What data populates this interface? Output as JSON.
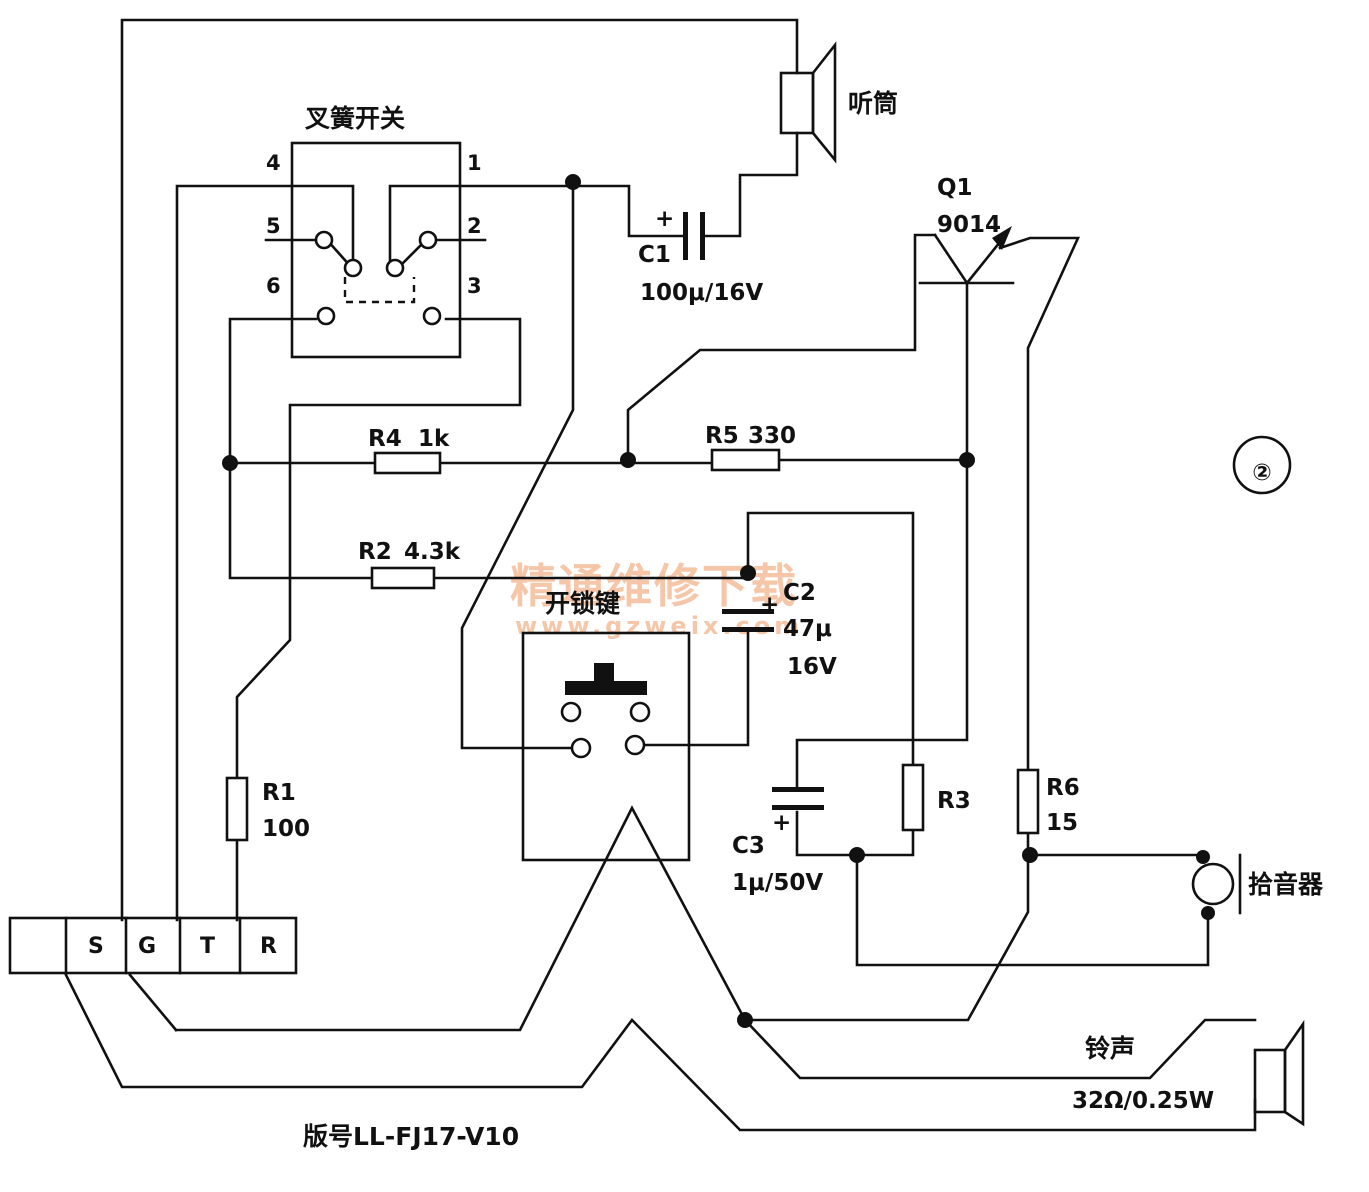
{
  "figure_number": "②",
  "version_label": "版号LL-FJ17-V10",
  "watermark": {
    "text": "精通维修下载",
    "url": "www.gzweix.com"
  },
  "hook_switch": {
    "title": "叉簧开关",
    "pins": [
      "1",
      "2",
      "3",
      "4",
      "5",
      "6"
    ]
  },
  "earpiece": {
    "label": "听筒"
  },
  "capacitors": {
    "c1": {
      "name": "C1",
      "value": "100μ/16V",
      "polarity": "+"
    },
    "c2": {
      "name": "C2",
      "value_line1": "47μ",
      "value_line2": "16V",
      "polarity": "+"
    },
    "c3": {
      "name": "C3",
      "value": "1μ/50V",
      "polarity": "+"
    }
  },
  "transistor": {
    "name": "Q1",
    "part": "9014"
  },
  "resistors": {
    "r1": {
      "name": "R1",
      "value": "100"
    },
    "r2": {
      "name": "R2",
      "value": "4.3k"
    },
    "r3": {
      "name": "R3",
      "value": ""
    },
    "r4": {
      "name": "R4",
      "value": "1k"
    },
    "r5": {
      "name": "R5",
      "value": "330"
    },
    "r6": {
      "name": "R6",
      "value": "15"
    }
  },
  "unlock_key": {
    "label": "开锁键"
  },
  "microphone": {
    "label": "拾音器"
  },
  "ringer": {
    "label": "铃声",
    "spec": "32Ω/0.25W"
  },
  "terminals": [
    "",
    "S",
    "G",
    "T",
    "R"
  ]
}
